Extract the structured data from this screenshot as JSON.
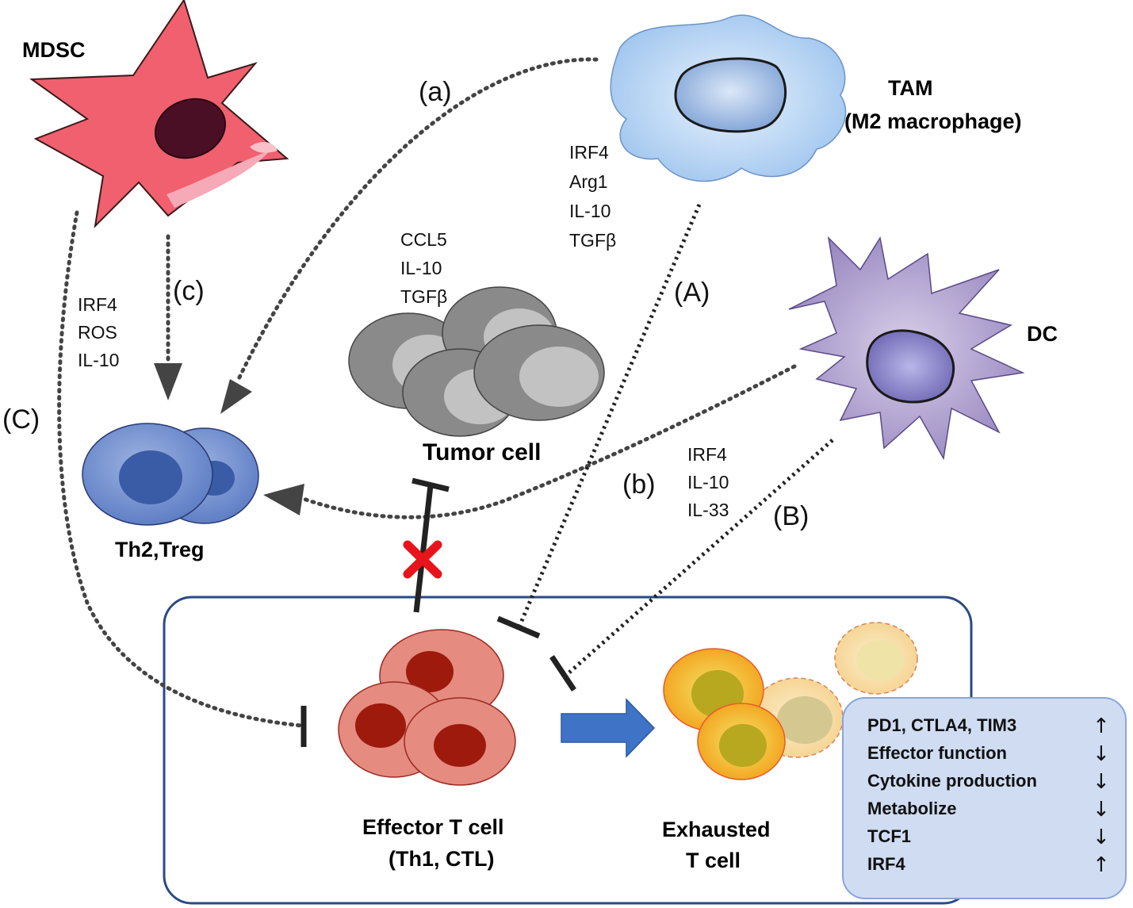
{
  "cells": {
    "mdsc": "MDSC",
    "tam_line1": "TAM",
    "tam_line2": "(M2 macrophage)",
    "dc": "DC",
    "tumor": "Tumor cell",
    "th2treg": "Th2,Treg",
    "effector_line1": "Effector T cell",
    "effector_line2": "(Th1, CTL)",
    "exhausted_line1": "Exhausted",
    "exhausted_line2": "T cell"
  },
  "pathways": {
    "a": "(a)",
    "b": "(b)",
    "c": "(c)",
    "A": "(A)",
    "B": "(B)",
    "C": "(C)"
  },
  "factors": {
    "tam": [
      "IRF4",
      "Arg1",
      "IL-10",
      "TGFβ"
    ],
    "tumor": [
      "CCL5",
      "IL-10",
      "TGFβ"
    ],
    "mdsc": [
      "IRF4",
      "ROS",
      "IL-10"
    ],
    "dc": [
      "IRF4",
      "IL-10",
      "IL-33"
    ]
  },
  "exhaustion_table": {
    "rows": [
      {
        "label": "PD1, CTLA4, TIM3",
        "dir": "↑"
      },
      {
        "label": "Effector function",
        "dir": "↓"
      },
      {
        "label": "Cytokine production",
        "dir": "↓"
      },
      {
        "label": "Metabolize",
        "dir": "↓"
      },
      {
        "label": "TCF1",
        "dir": "↓"
      },
      {
        "label": "IRF4",
        "dir": "↑"
      }
    ]
  },
  "colors": {
    "mdsc_body": "#f0606e",
    "mdsc_nucleus": "#4a0f24",
    "tam_body": "#b9d6f4",
    "dc_body": "#a896c8",
    "th_cells": "#6f8ccc",
    "tumor_cells": "#8c8c8c",
    "effector_cells": "#e58b80",
    "exhausted_cells": "#f7b020",
    "box_border": "#2a4a86",
    "table_bg": "#cfdcf2",
    "inhibit_cross": "#e8141c",
    "transition_arrow": "#3f73c6"
  }
}
